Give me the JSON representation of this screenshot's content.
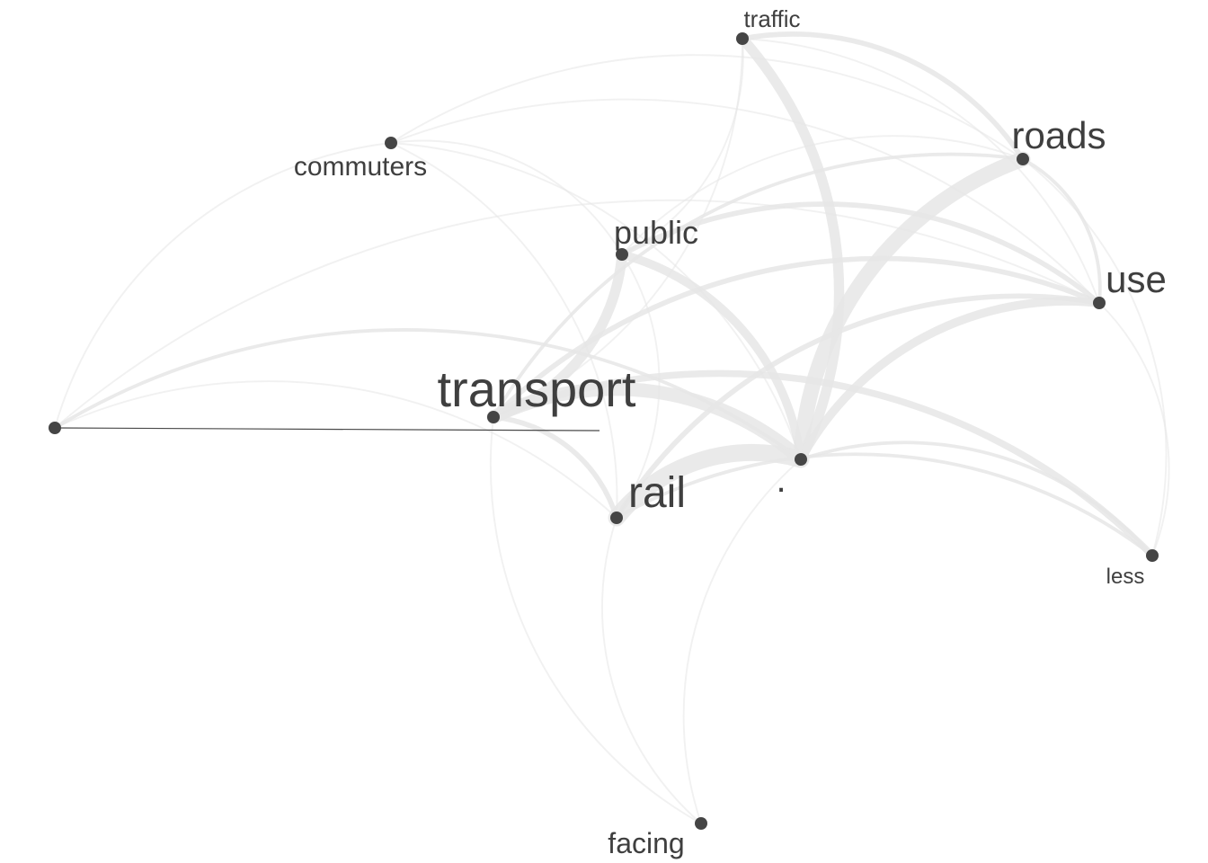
{
  "colors": {
    "background": "#ffffff",
    "node": "#454545",
    "label": "#3f3f3f",
    "edge": "#e6e6e6",
    "highlight_edge": "#4a4a4a"
  },
  "nodes": [
    {
      "id": "traffic",
      "label": "traffic"
    },
    {
      "id": "commuters",
      "label": "commuters"
    },
    {
      "id": "roads",
      "label": "roads"
    },
    {
      "id": "public",
      "label": "public"
    },
    {
      "id": "use",
      "label": "use"
    },
    {
      "id": "transport",
      "label": "transport"
    },
    {
      "id": "rail",
      "label": "rail"
    },
    {
      "id": "dot",
      "label": "."
    },
    {
      "id": "less",
      "label": "less"
    },
    {
      "id": "facing",
      "label": "facing"
    },
    {
      "id": "unlabeled",
      "label": ""
    }
  ],
  "edges": [
    {
      "source": "rail",
      "target": "dot",
      "weight": 10
    },
    {
      "source": "dot",
      "target": "roads",
      "weight": 9
    },
    {
      "source": "transport",
      "target": "dot",
      "weight": 8
    },
    {
      "source": "traffic",
      "target": "dot",
      "weight": 6
    },
    {
      "source": "public",
      "target": "transport",
      "weight": 6
    },
    {
      "source": "public",
      "target": "dot",
      "weight": 5
    },
    {
      "source": "dot",
      "target": "use",
      "weight": 5
    },
    {
      "source": "transport",
      "target": "less",
      "weight": 4
    },
    {
      "source": "traffic",
      "target": "roads",
      "weight": 3
    },
    {
      "source": "public",
      "target": "use",
      "weight": 3
    },
    {
      "source": "transport",
      "target": "use",
      "weight": 3
    },
    {
      "source": "rail",
      "target": "use",
      "weight": 3
    },
    {
      "source": "transport",
      "target": "rail",
      "weight": 3
    },
    {
      "source": "rail",
      "target": "less",
      "weight": 2
    },
    {
      "source": "dot",
      "target": "less",
      "weight": 2
    },
    {
      "source": "transport",
      "target": "roads",
      "weight": 2
    },
    {
      "source": "roads",
      "target": "use",
      "weight": 2
    },
    {
      "source": "unlabeled",
      "target": "dot",
      "weight": 2
    },
    {
      "source": "unlabeled",
      "target": "rail",
      "weight": 1
    },
    {
      "source": "unlabeled",
      "target": "commuters",
      "weight": 1
    },
    {
      "source": "unlabeled",
      "target": "use",
      "weight": 1
    },
    {
      "source": "commuters",
      "target": "public",
      "weight": 1
    },
    {
      "source": "commuters",
      "target": "dot",
      "weight": 1
    },
    {
      "source": "commuters",
      "target": "rail",
      "weight": 1
    },
    {
      "source": "commuters",
      "target": "use",
      "weight": 1
    },
    {
      "source": "commuters",
      "target": "roads",
      "weight": 1
    },
    {
      "source": "traffic",
      "target": "public",
      "weight": 1
    },
    {
      "source": "traffic",
      "target": "use",
      "weight": 1
    },
    {
      "source": "traffic",
      "target": "transport",
      "weight": 1
    },
    {
      "source": "roads",
      "target": "less",
      "weight": 1
    },
    {
      "source": "use",
      "target": "less",
      "weight": 1
    },
    {
      "source": "facing",
      "target": "rail",
      "weight": 1
    },
    {
      "source": "facing",
      "target": "transport",
      "weight": 1
    },
    {
      "source": "facing",
      "target": "dot",
      "weight": 1
    },
    {
      "source": "public",
      "target": "roads",
      "weight": 1
    },
    {
      "source": "public",
      "target": "rail",
      "weight": 1
    }
  ],
  "highlight_edge": {
    "source": "unlabeled",
    "target": "transport"
  }
}
